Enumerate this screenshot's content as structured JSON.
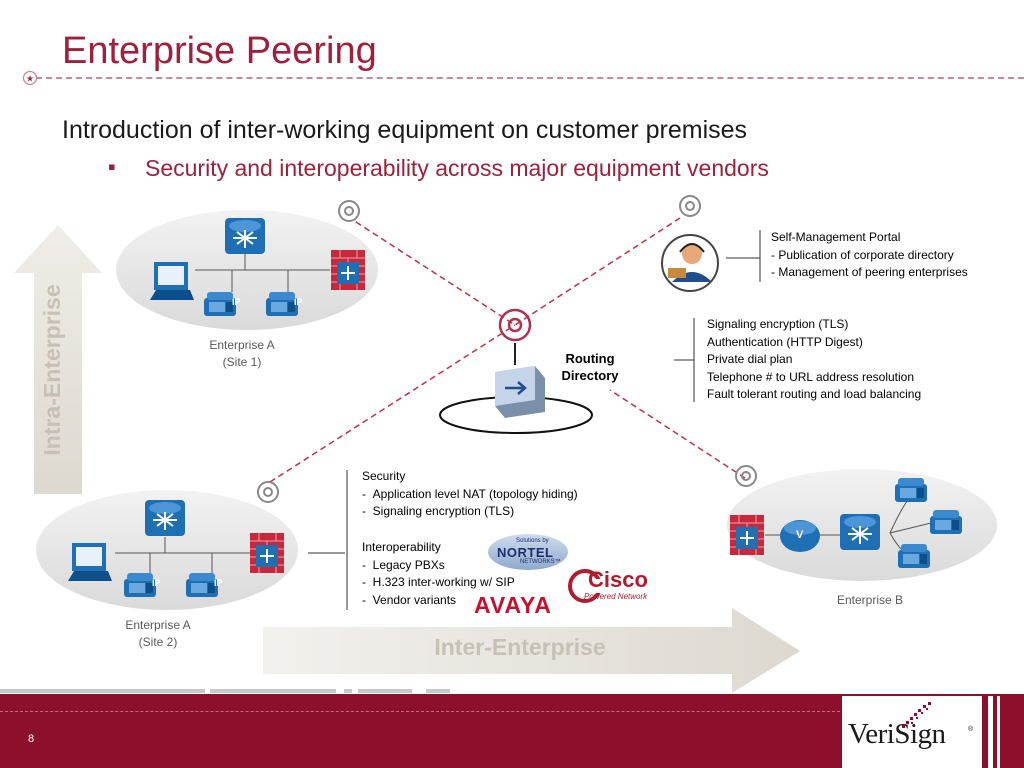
{
  "title": "Enterprise Peering",
  "intro": "Introduction of inter-working equipment on customer premises",
  "bullet": {
    "marker": "▪",
    "text": "Security and interoperability across major equipment vendors"
  },
  "arrows": {
    "intra": "Intra-Enterprise",
    "inter": "Inter-Enterprise"
  },
  "routing_directory": {
    "line1": "Routing",
    "line2": "Directory"
  },
  "enterprises": {
    "site1": {
      "name": "Enterprise A",
      "sub": "(Site 1)"
    },
    "site2": {
      "name": "Enterprise A",
      "sub": "(Site 2)"
    },
    "b": {
      "name": "Enterprise B"
    }
  },
  "portal": {
    "title": "Self-Management Portal",
    "items": [
      "- Publication of corporate directory",
      "- Management of peering enterprises"
    ]
  },
  "features": [
    "Signaling encryption (TLS)",
    "Authentication (HTTP Digest)",
    "Private dial plan",
    "Telephone # to URL address resolution",
    "Fault tolerant routing and load balancing"
  ],
  "security": {
    "title": "Security",
    "items": [
      "Application level NAT (topology hiding)",
      "Signaling encryption (TLS)"
    ]
  },
  "interop": {
    "title": "Interoperability",
    "items": [
      "Legacy PBXs",
      "H.323 inter-working w/ SIP",
      "Vendor variants"
    ]
  },
  "vendors": {
    "nortel_top": "Solutions by",
    "nortel": "NORTEL",
    "nortel_sub": "NETWORKS™",
    "cisco": "Cisco",
    "cisco_sub": "Powered Network",
    "avaya": "AVAYA"
  },
  "phone_label": "IP",
  "gateway_label": "V",
  "page_number": "8",
  "brand": "VeriSign",
  "brand_mark": "®",
  "colors": {
    "accent": "#a0203c",
    "footer": "#8c0f2c",
    "device_blue": "#1f6fb5",
    "firewall_red": "#c8283c",
    "dashed_link": "#c0304a"
  }
}
